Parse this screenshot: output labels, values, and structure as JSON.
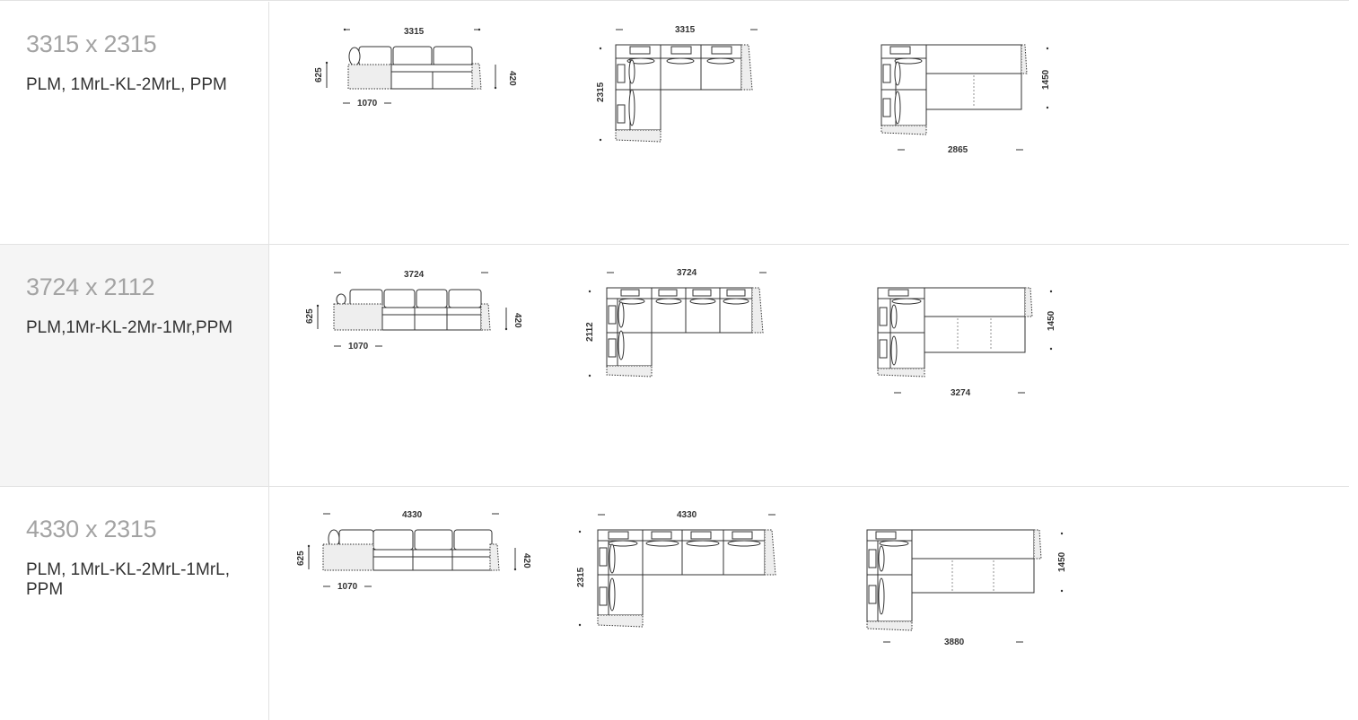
{
  "rows": [
    {
      "size": "3315 x 2315",
      "config": "PLM, 1MrL-KL-2MrL, PPM",
      "side": {
        "width": "3315",
        "height_left": "625",
        "height_right": "420",
        "depth": "1070"
      },
      "plan": {
        "width": "3315",
        "depth": "2315"
      },
      "bed": {
        "width": "2865",
        "depth": "1450"
      }
    },
    {
      "size": "3724 x 2112",
      "config": "PLM,1Mr-KL-2Mr-1Mr,PPM",
      "side": {
        "width": "3724",
        "height_left": "625",
        "height_right": "420",
        "depth": "1070"
      },
      "plan": {
        "width": "3724",
        "depth": "2112"
      },
      "bed": {
        "width": "3274",
        "depth": "1450"
      }
    },
    {
      "size": "4330 x 2315",
      "config": "PLM, 1MrL-KL-2MrL-1MrL, PPM",
      "side": {
        "width": "4330",
        "height_left": "625",
        "height_right": "420",
        "depth": "1070"
      },
      "plan": {
        "width": "4330",
        "depth": "2315"
      },
      "bed": {
        "width": "3880",
        "depth": "1450"
      }
    }
  ]
}
